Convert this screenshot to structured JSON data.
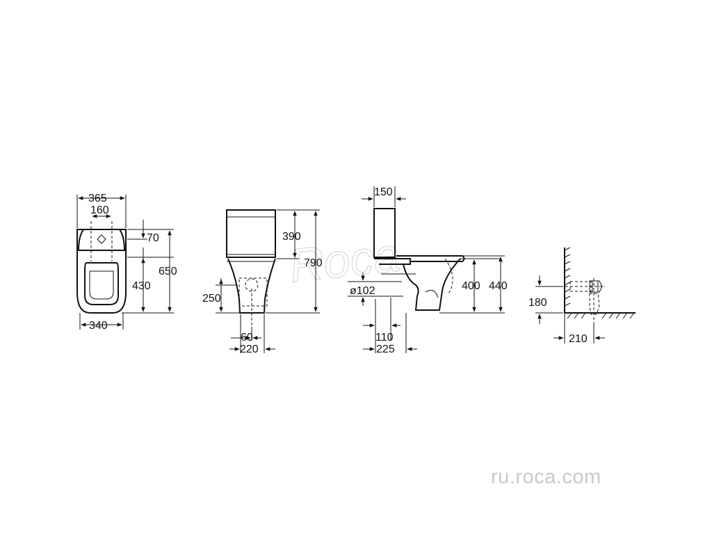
{
  "dimensions": {
    "front": {
      "width_top": "365",
      "hole_spacing": "160",
      "offset_70": "70",
      "height_430": "430",
      "height_650": "650",
      "width_bottom": "340"
    },
    "side": {
      "height_390": "390",
      "height_790": "790",
      "height_250": "250",
      "width_60": "60",
      "width_220": "220"
    },
    "profile": {
      "width_150": "150",
      "outlet": "ø102",
      "height_400": "400",
      "height_440": "440",
      "width_110": "110",
      "width_225": "225"
    },
    "wall": {
      "height_180": "180",
      "width_210": "210"
    }
  },
  "logo_text": "Roca",
  "website": "ru.roca.com",
  "colors": {
    "line": "#111111",
    "watermark": "#c9c9c9"
  }
}
